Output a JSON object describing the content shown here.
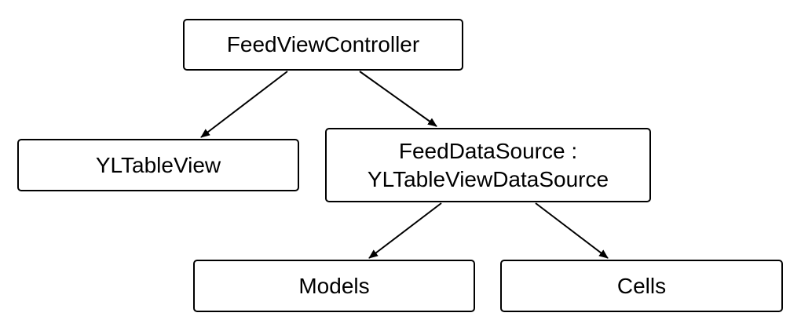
{
  "diagram": {
    "nodes": {
      "feed_view_controller": {
        "label": "FeedViewController"
      },
      "yl_table_view": {
        "label": "YLTableView"
      },
      "feed_data_source": {
        "line1": "FeedDataSource :",
        "line2": "YLTableViewDataSource"
      },
      "models": {
        "label": "Models"
      },
      "cells": {
        "label": "Cells"
      }
    },
    "edges": [
      {
        "from": "FeedViewController",
        "to": "YLTableView"
      },
      {
        "from": "FeedViewController",
        "to": "FeedDataSource"
      },
      {
        "from": "FeedDataSource",
        "to": "Models"
      },
      {
        "from": "FeedDataSource",
        "to": "Cells"
      }
    ],
    "colors": {
      "stroke": "#000000",
      "fill": "#ffffff",
      "text": "#000000"
    }
  }
}
